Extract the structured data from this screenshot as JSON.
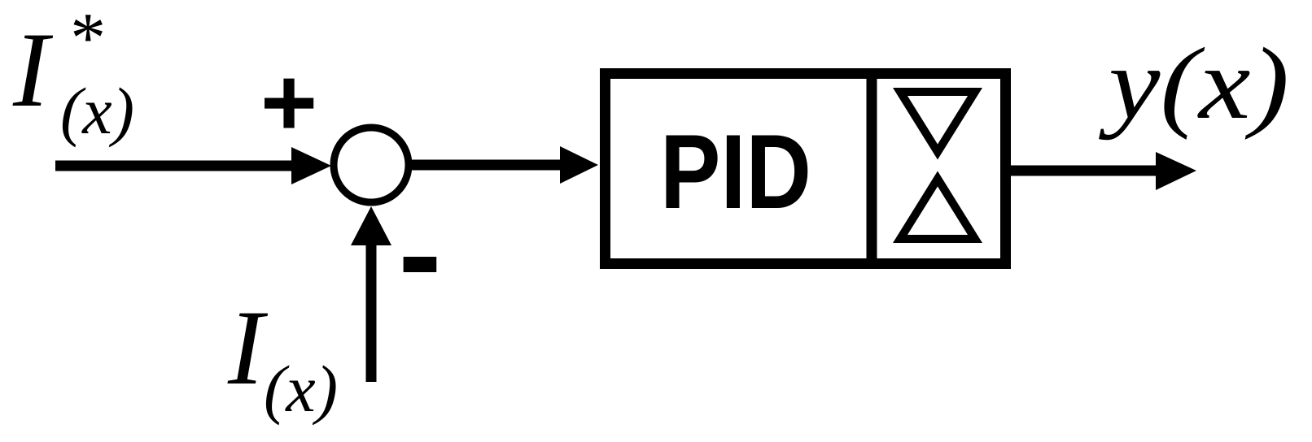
{
  "figure": {
    "colors": {
      "background": "#ffffff",
      "ink": "#000000"
    },
    "reference_input": {
      "base": "I",
      "superscript": "*",
      "subscript": "(x)",
      "sign_label": "+"
    },
    "feedback_input": {
      "base": "I",
      "subscript": "(x)",
      "sign_label": "-"
    },
    "controller": {
      "label": "PID"
    },
    "output": {
      "label": "y(x)"
    },
    "icons": {
      "summing_junction": "circle-outline",
      "limiter": "saturation-triangles-hourglass",
      "flow_arrow": "solid-black-arrow"
    }
  }
}
